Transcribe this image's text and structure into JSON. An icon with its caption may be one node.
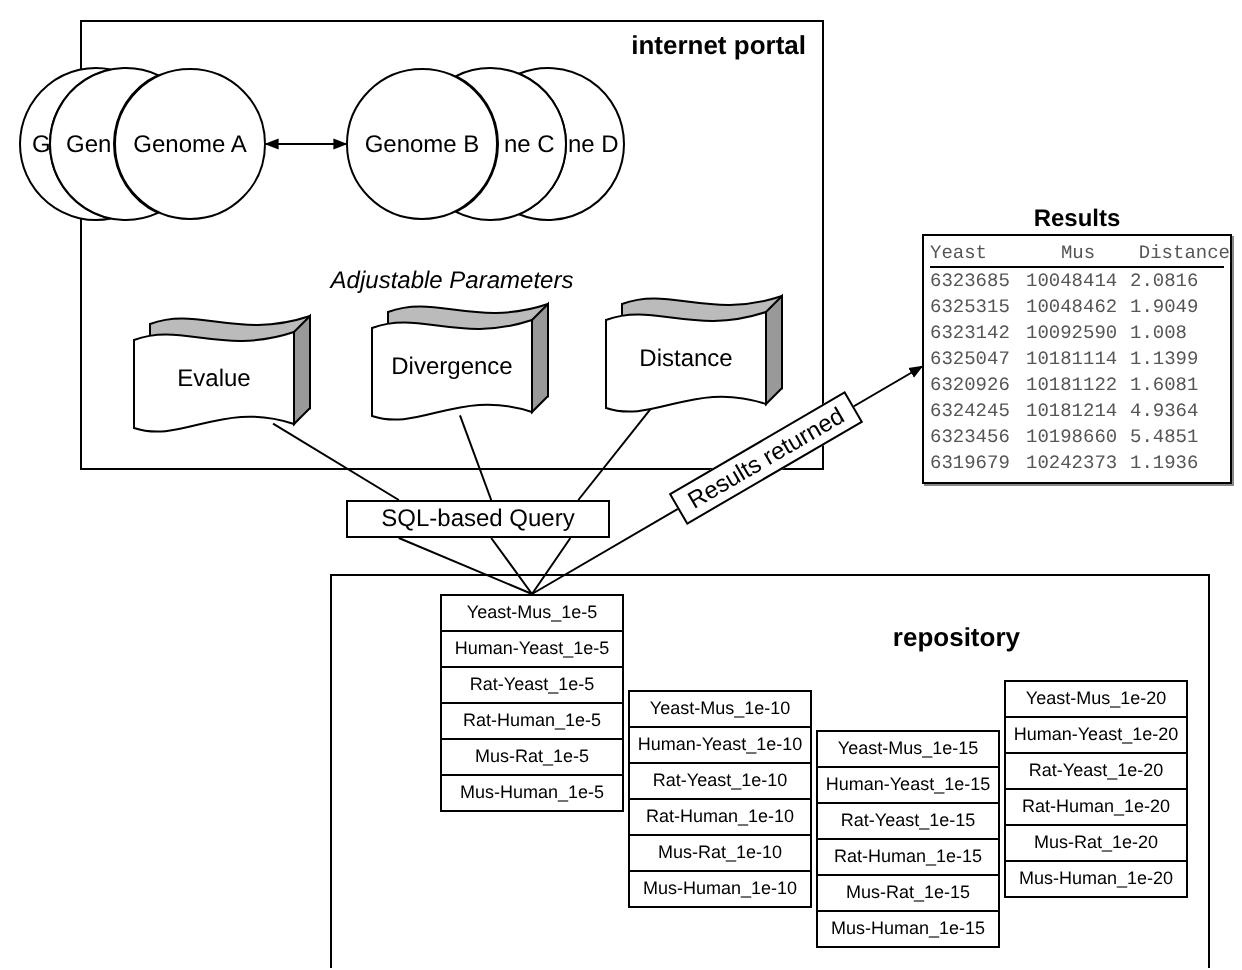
{
  "diagram": {
    "nodes": [
      {
        "text": [
          "internet portal"
        ]
      },
      {
        "text": [
          "G"
        ]
      },
      {
        "text": [
          "Gen"
        ]
      },
      {
        "text": [
          "Genome A"
        ],
        "in": 0
      },
      {
        "text": [
          "Genome B"
        ],
        "in": 0
      },
      {
        "text": [
          "ne C"
        ],
        "in": 0
      },
      {
        "text": [
          "ne D"
        ],
        "in": 0
      },
      {
        "text": [
          "Evalue"
        ],
        "in": 0
      },
      {
        "text": [
          "Divergence"
        ],
        "in": 0
      },
      {
        "text": [
          "Distance"
        ],
        "in": 0
      },
      {
        "text": [
          "SQL-based Query"
        ]
      },
      {
        "text": [
          "Results"
        ]
      },
      {
        "text": [
          "repository"
        ]
      },
      {
        "text": [
          "Yeast-Mus_1e-5",
          "Human-Yeast_1e-5",
          "Rat-Yeast_1e-5",
          "Rat-Human_1e-5",
          "Mus-Rat_1e-5",
          "Mus-Human_1e-5"
        ],
        "in": 12
      },
      {
        "text": [
          "Yeast-Mus_1e-10",
          "Human-Yeast_1e-10",
          "Rat-Yeast_1e-10",
          "Rat-Human_1e-10",
          "Mus-Rat_1e-10",
          "Mus-Human_1e-10"
        ],
        "in": 12
      },
      {
        "text": [
          "Yeast-Mus_1e-15",
          "Human-Yeast_1e-15",
          "Rat-Yeast_1e-15",
          "Rat-Human_1e-15",
          "Mus-Rat_1e-15",
          "Mus-Human_1e-15"
        ],
        "in": 12
      },
      {
        "text": [
          "Yeast-Mus_1e-20",
          "Human-Yeast_1e-20",
          "Rat-Yeast_1e-20",
          "Rat-Human_1e-20",
          "Mus-Rat_1e-20",
          "Mus-Human_1e-20"
        ],
        "in": 12
      }
    ],
    "edges": [
      {
        "from": 3,
        "to": 4,
        "arrow": "both"
      },
      {
        "from": 7,
        "to": 10,
        "arrow": "none"
      },
      {
        "from": 8,
        "to": 10,
        "arrow": "none"
      },
      {
        "from": 9,
        "to": 10,
        "arrow": "none"
      },
      {
        "from": 10,
        "to": 13,
        "arrow": "none"
      },
      {
        "from": 13,
        "to": 11,
        "arrow": "to",
        "label": "Results returned"
      }
    ],
    "labels": [
      "Adjustable Parameters",
      "Yeast",
      "Mus",
      "Distance",
      "6323685",
      "10048414",
      "2.0816",
      "6325315",
      "10048462",
      "1.9049",
      "6323142",
      "10092590",
      "1.008",
      "6325047",
      "10181114",
      "1.1399",
      "6320926",
      "10181122",
      "1.6081",
      "6324245",
      "10181214",
      "4.9364",
      "6323456",
      "10198660",
      "5.4851",
      "6319679",
      "10242373",
      "1.1936"
    ]
  }
}
